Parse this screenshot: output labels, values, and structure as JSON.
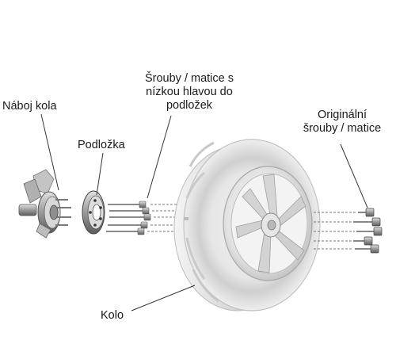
{
  "labels": {
    "hub": "Náboj kola",
    "spacer": "Podložka",
    "short_bolts": [
      "Šrouby / matice s",
      "nízkou hlavou do",
      "podložek"
    ],
    "original_bolts": [
      "Originální",
      "šrouby / matice"
    ],
    "wheel": "Kolo"
  },
  "colors": {
    "tire_dark": "#8a8a8a",
    "tire_light": "#d9d9d9",
    "rim": "#c8c8c8",
    "metal": "#9a9a9a",
    "leader_line": "#333333"
  },
  "icons": [
    "wheel-hub-icon",
    "spacer-disc-icon",
    "bolt-icon",
    "tire-icon",
    "rim-icon"
  ]
}
